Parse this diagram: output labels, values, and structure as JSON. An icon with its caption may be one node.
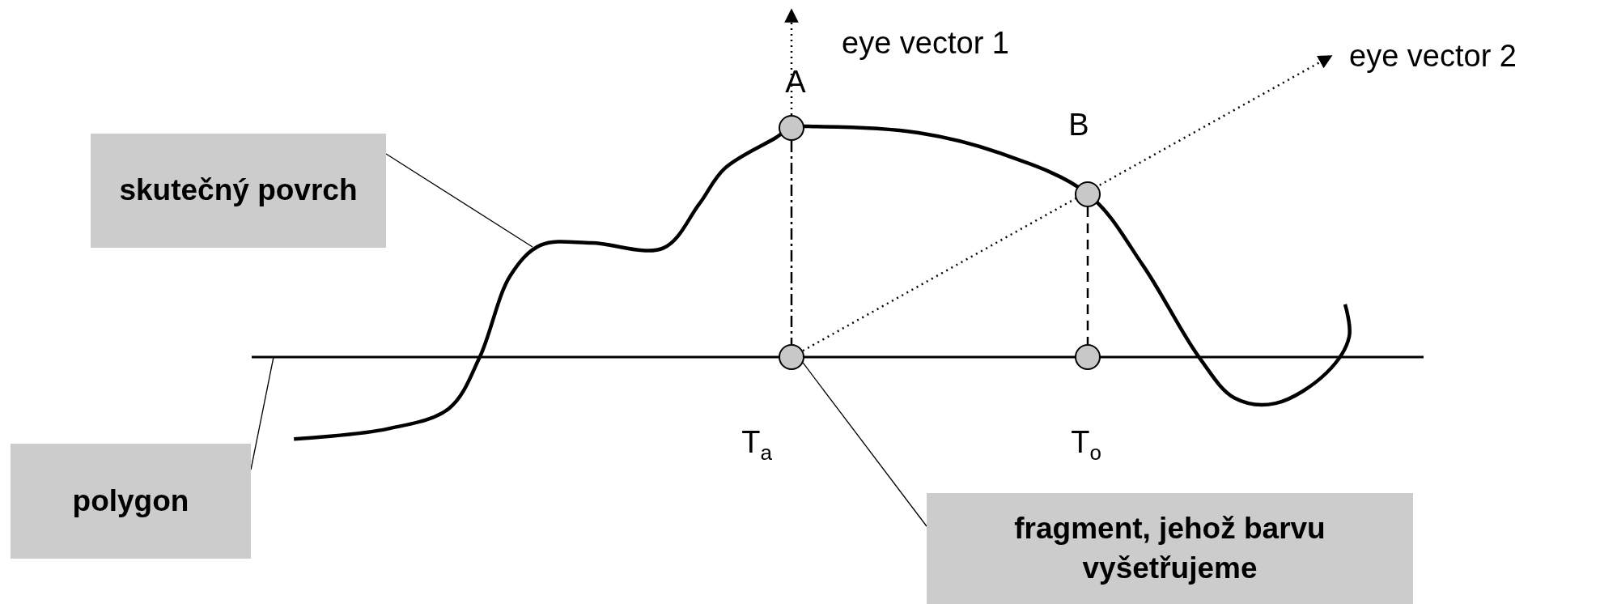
{
  "diagram": {
    "nodes": [
      {
        "text": [
          "skutečný povrch"
        ]
      },
      {
        "text": [
          "polygon"
        ]
      },
      {
        "text": [
          "fragment, jehož barvu vyšetřujeme"
        ]
      },
      {
        "text": [],
        "shape": "circle",
        "beside": [
          "A"
        ]
      },
      {
        "text": [],
        "shape": "circle",
        "beside": [
          "B"
        ]
      },
      {
        "text": [],
        "shape": "circle"
      },
      {
        "text": [],
        "shape": "circle"
      },
      {
        "text": [],
        "shape": "line"
      }
    ],
    "edges": [
      {
        "from": 3,
        "to": null,
        "arrow": "to",
        "style": "dashed",
        "label": "eye vector 1"
      },
      {
        "from": 5,
        "to": null,
        "arrow": "to",
        "style": "dashed",
        "label": "eye vector 2"
      },
      {
        "from": 3,
        "to": 5,
        "arrow": "none",
        "style": "dashed"
      },
      {
        "from": 4,
        "to": 6,
        "arrow": "none",
        "style": "dashed"
      },
      {
        "from": 0,
        "to": null,
        "arrow": "none"
      },
      {
        "from": 1,
        "to": 7,
        "arrow": "none"
      },
      {
        "from": 2,
        "to": 5,
        "arrow": "none"
      }
    ],
    "labels": [
      "T$_{a}$",
      "T$_{o}$"
    ]
  }
}
